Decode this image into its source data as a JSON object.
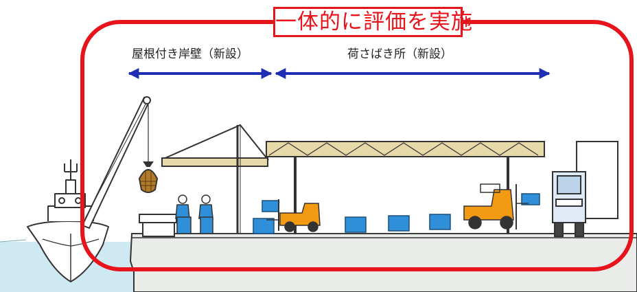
{
  "title": "一体的に評価を実施",
  "zones": {
    "berth_label": "屋根付き岸壁（新設）",
    "market_label": "荷さばき所（新設）"
  },
  "colors": {
    "highlight_frame": "#e8141c",
    "arrow": "#1f2fb4",
    "water": "#cfe9f2",
    "quay": "#e9ece9",
    "container": "#2f8fd8",
    "forklift": "#f29a12",
    "roof_beam": "#e8d9a8",
    "net": "#b07a2a"
  },
  "icons": [
    "ship-icon",
    "crane-icon",
    "cargo-net-icon",
    "worker-icon",
    "forklift-icon",
    "container-icon",
    "truck-icon"
  ]
}
